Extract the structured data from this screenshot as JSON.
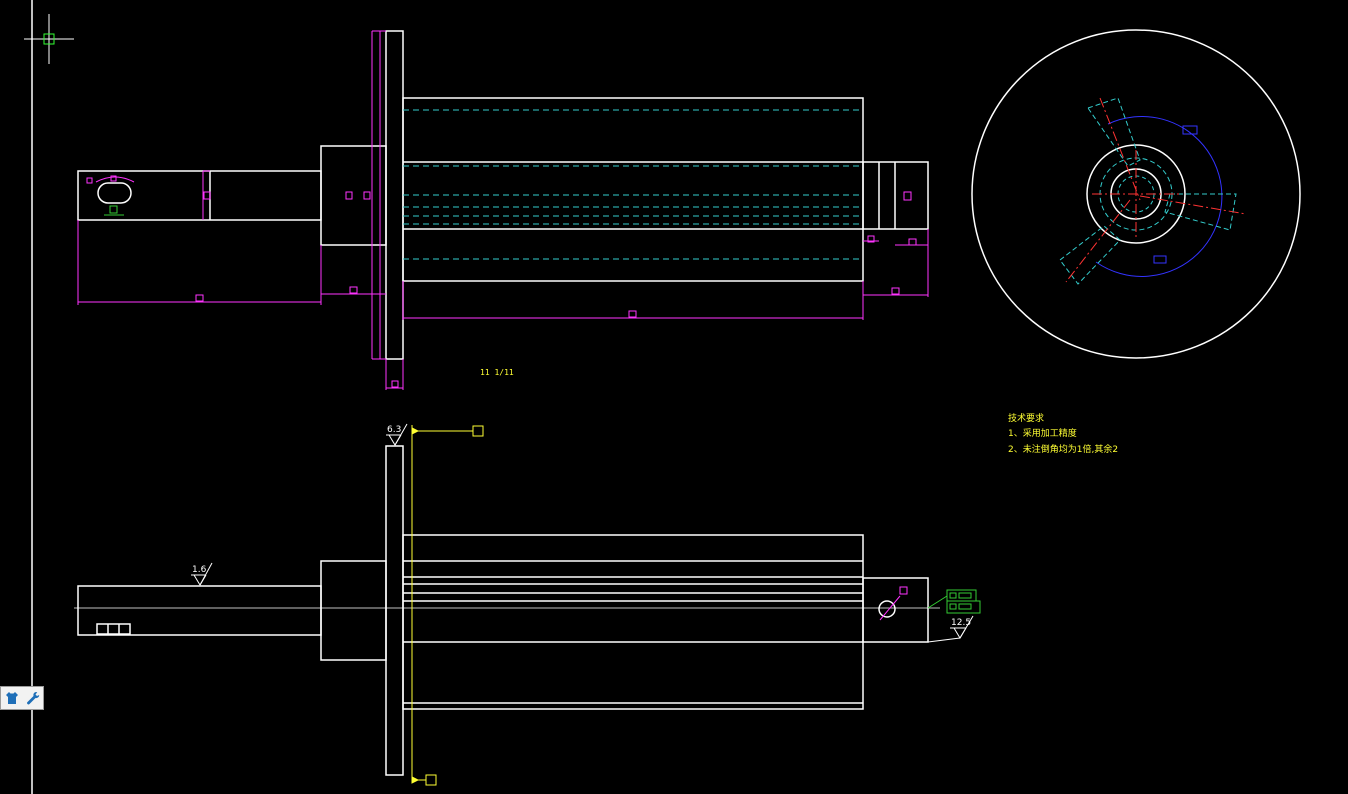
{
  "drawing": {
    "roughness_top": "6.3",
    "roughness_left": "1.6",
    "roughness_right": "12.5",
    "label_mid": "11 1/11",
    "tech_notes": {
      "title": "技术要求",
      "items": [
        "1、采用加工精度",
        "2、未注倒角均为1倍,其余2"
      ]
    }
  },
  "toolbox": {
    "tools": [
      "shirt-icon",
      "wrench-icon"
    ]
  },
  "colors": {
    "background": "#000000",
    "outline": "#ffffff",
    "dimension": "#ff33ff",
    "hidden": "#33cccc",
    "center": "#ff3333",
    "note": "#ffff33",
    "annotation": "#33cc33",
    "arc": "#3333ff"
  }
}
